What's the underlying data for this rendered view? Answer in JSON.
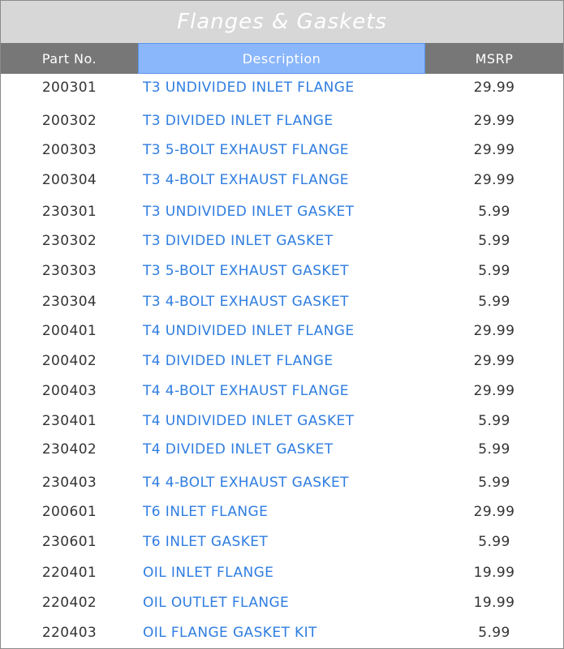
{
  "title": "Flanges & Gaskets",
  "headers": {
    "part_no": "Part No.",
    "description": "Description",
    "msrp": "MSRP"
  },
  "colors": {
    "title_bg": "#d7d7d7",
    "header_bg": "#777777",
    "description_header_bg": "#8ab6fb",
    "link_text": "#2f7de1"
  },
  "rows": [
    {
      "part_no": "200301",
      "description": "T3 UNDIVIDED INLET FLANGE",
      "msrp": "29.99"
    },
    {
      "part_no": "200302",
      "description": "T3 DIVIDED INLET FLANGE",
      "msrp": "29.99"
    },
    {
      "part_no": "200303",
      "description": "T3 5-BOLT EXHAUST FLANGE",
      "msrp": "29.99"
    },
    {
      "part_no": "200304",
      "description": "T3 4-BOLT EXHAUST FLANGE",
      "msrp": "29.99"
    },
    {
      "part_no": "230301",
      "description": "T3 UNDIVIDED INLET GASKET",
      "msrp": "5.99"
    },
    {
      "part_no": "230302",
      "description": "T3 DIVIDED INLET GASKET",
      "msrp": "5.99"
    },
    {
      "part_no": "230303",
      "description": "T3 5-BOLT EXHAUST GASKET",
      "msrp": "5.99"
    },
    {
      "part_no": "230304",
      "description": "T3 4-BOLT EXHAUST GASKET",
      "msrp": "5.99"
    },
    {
      "part_no": "200401",
      "description": "T4 UNDIVIDED INLET FLANGE",
      "msrp": "29.99"
    },
    {
      "part_no": "200402",
      "description": "T4 DIVIDED INLET FLANGE",
      "msrp": "29.99"
    },
    {
      "part_no": "200403",
      "description": "T4 4-BOLT EXHAUST FLANGE",
      "msrp": "29.99"
    },
    {
      "part_no": "230401",
      "description": "T4 UNDIVIDED INLET GASKET",
      "msrp": "5.99"
    },
    {
      "part_no": "230402",
      "description": "T4 DIVIDED INLET GASKET",
      "msrp": "5.99"
    },
    {
      "part_no": "230403",
      "description": "T4 4-BOLT EXHAUST GASKET",
      "msrp": "5.99"
    },
    {
      "part_no": "200601",
      "description": "T6 INLET FLANGE",
      "msrp": "29.99"
    },
    {
      "part_no": "230601",
      "description": "T6 INLET GASKET",
      "msrp": "5.99"
    },
    {
      "part_no": "220401",
      "description": "OIL INLET FLANGE",
      "msrp": "19.99"
    },
    {
      "part_no": "220402",
      "description": "OIL OUTLET FLANGE",
      "msrp": "19.99"
    },
    {
      "part_no": "220403",
      "description": "OIL FLANGE GASKET KIT",
      "msrp": "5.99"
    }
  ]
}
